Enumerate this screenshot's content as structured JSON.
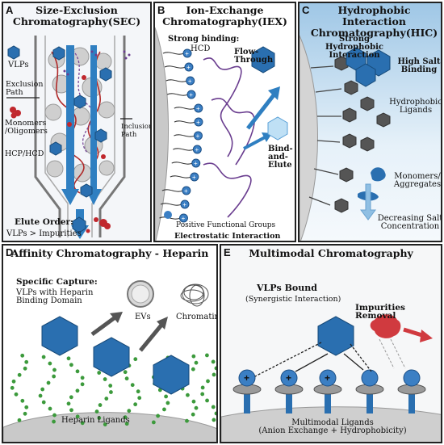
{
  "panels": {
    "sec": {
      "letter": "A",
      "title_line1": "Size-Exclusion",
      "title_line2": "Chromatography(SEC)",
      "label_vlps": "VLPs",
      "label_exclusion_path": "Exclusion Path",
      "label_monomers": "Monomers /Oligomers",
      "label_inclusion_path": "Inclusion Path",
      "label_hcp_hcd": "HCP/HCD",
      "label_elute_order": "Elute Order:",
      "label_elute_detail": "VLPs > Impurities"
    },
    "iex": {
      "letter": "B",
      "title_line1": "Ion-Exchange",
      "title_line2": "Chromatography(IEX)",
      "label_strong_binding": "Strong binding:",
      "label_hcd": "HCD",
      "label_flow_through": "Flow-Through",
      "label_bind_elute_1": "Bind-and-",
      "label_bind_elute_2": "Elute",
      "label_positive_groups": "Positive Functional Groups",
      "label_electrostatic": "Electrostatic Interaction"
    },
    "hic": {
      "letter": "C",
      "title_line1": "Hydrophobic Interaction",
      "title_line2": "Chromatography(HIC)",
      "label_strong_hydrophobic_1": "Strong Hydrophobic",
      "label_strong_hydrophobic_2": "Interaction",
      "label_high_salt_1": "High Salt",
      "label_high_salt_2": "Binding",
      "label_hydrophobic_ligands_1": "Hydrophobic",
      "label_hydrophobic_ligands_2": "Ligands",
      "label_monomers_1": "Monomers/",
      "label_monomers_2": "Aggregates",
      "label_decreasing_salt_1": "Decreasing Salt",
      "label_decreasing_salt_2": "Concentration"
    },
    "affinity": {
      "letter": "D",
      "title": "Affinity Chromatography - Heparin",
      "label_specific_capture": "Specific Capture:",
      "label_vlps_heparin_1": "VLPs with Heparin",
      "label_vlps_heparin_2": "Binding Domain",
      "label_evs": "EVs",
      "label_chromatin": "Chromatin",
      "label_heparin_ligands": "Heparin Ligands"
    },
    "multimodal": {
      "letter": "E",
      "title": "Multimodal Chromatography",
      "label_vlps_bound": "VLPs Bound",
      "label_synergistic": "(Synergistic Interaction)",
      "label_impurities_removal": "Impurities Removal",
      "label_ligands_1": "Multimodal Ligands",
      "label_ligands_2": "(Anion Exchange + Hydrophobicity)"
    }
  },
  "colors": {
    "vlp_blue": "#2a6fb0",
    "ligand_blue": "#3b7fc4",
    "hcd_purple": "#6a3d8f",
    "impurity_red": "#c0272d",
    "heparin_green": "#3c9a3c",
    "hic_gradient_top": "#9fc7e6",
    "ligand_gray": "#555555",
    "arrow_blue": "#2f7fc1"
  }
}
